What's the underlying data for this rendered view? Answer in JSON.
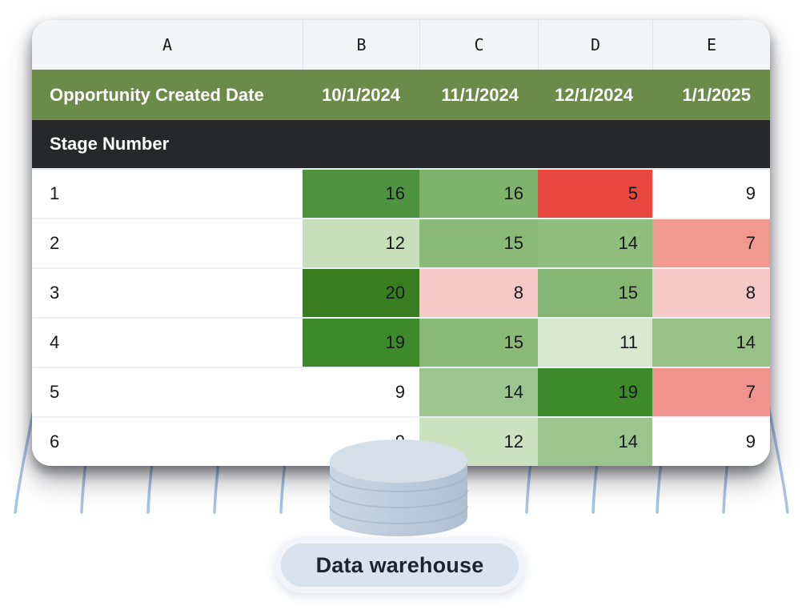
{
  "colors": {
    "header_green": "#6b8c49",
    "section_dark": "#27282a",
    "column_strip_bg": "#f4f5f7",
    "wire_blue": "#a9c0e8",
    "cylinder_body": "#bccbdb",
    "cylinder_top": "#d4dfea",
    "pill_bg": "#d9e2ee",
    "max_red": "#e84740"
  },
  "spreadsheet": {
    "column_letters": [
      "A",
      "B",
      "C",
      "D",
      "E"
    ],
    "header_row": {
      "label": "Opportunity Created Date",
      "dates": [
        "10/1/2024",
        "11/1/2024",
        "12/1/2024",
        "1/1/2025"
      ]
    },
    "section_row": {
      "label": "Stage Number"
    },
    "data_rows": [
      {
        "stage": "1",
        "values": [
          "16",
          "16",
          "5",
          "9"
        ],
        "cell_colors": [
          "#4e9340",
          "#7eb36b",
          "#e84740",
          "#ffffff"
        ]
      },
      {
        "stage": "2",
        "values": [
          "12",
          "15",
          "14",
          "7"
        ],
        "cell_colors": [
          "#c8dfbc",
          "#8aba77",
          "#90be7e",
          "#f0998f"
        ]
      },
      {
        "stage": "3",
        "values": [
          "20",
          "8",
          "15",
          "8"
        ],
        "cell_colors": [
          "#387e21",
          "#f5c9c6",
          "#86b673",
          "#f5c9c6"
        ]
      },
      {
        "stage": "4",
        "values": [
          "19",
          "15",
          "11",
          "14"
        ],
        "cell_colors": [
          "#3d8a2b",
          "#8aba77",
          "#d9e9d0",
          "#98c187"
        ]
      },
      {
        "stage": "5",
        "values": [
          "9",
          "14",
          "19",
          "7"
        ],
        "cell_colors": [
          "#ffffff",
          "#9cc48e",
          "#3d8a2b",
          "#f0938c"
        ]
      },
      {
        "stage": "6",
        "values": [
          "9",
          "12",
          "14",
          "9"
        ],
        "cell_colors": [
          "#ffffff",
          "#cbe2c1",
          "#9cc48d",
          "#ffffff"
        ]
      }
    ]
  },
  "warehouse": {
    "label": "Data warehouse",
    "icon": "database-icon"
  }
}
